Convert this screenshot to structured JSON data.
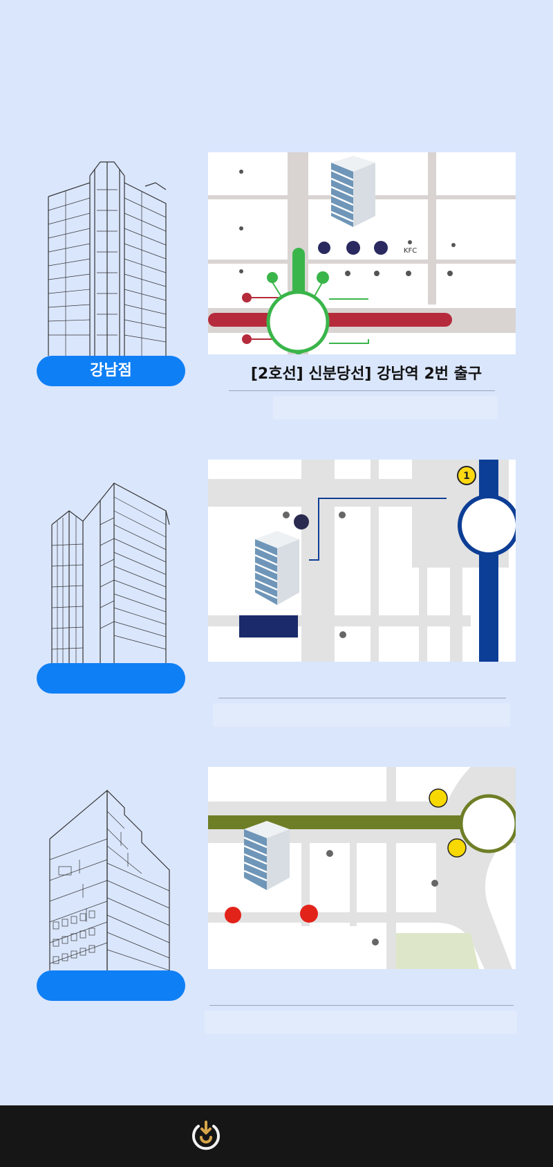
{
  "sections": [
    {
      "label": "강남점",
      "caption": "[2호선] 신분당선] 강남역 2번 출구",
      "map": {
        "store_label": "KFC"
      }
    },
    {
      "label": "",
      "caption": ""
    },
    {
      "label": "",
      "caption": ""
    }
  ],
  "footer": {
    "logo_icon": "brand-logo-icon"
  },
  "colors": {
    "background": "#dae6fc",
    "pill": "#0f7ff5",
    "line2_green": "#3ab54a",
    "sinbundang_red": "#b52b3b",
    "line1_blue": "#0d3e96",
    "olive_line": "#6e7e26",
    "footer": "#161616"
  }
}
